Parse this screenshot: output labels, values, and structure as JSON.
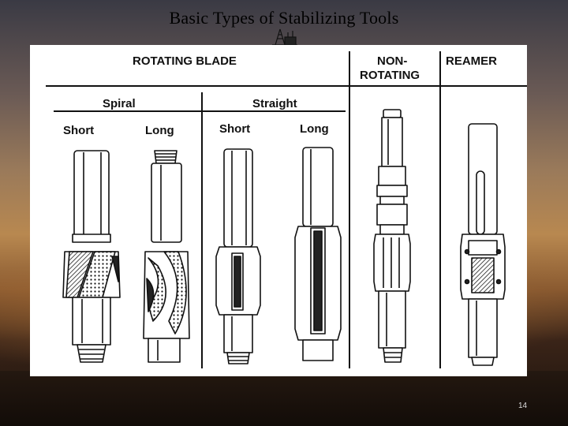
{
  "slide": {
    "title": "Basic Types of Stabilizing Tools",
    "page_number": "14"
  },
  "diagram": {
    "headers": {
      "rotating_blade": "ROTATING BLADE",
      "non_rotating_line1": "NON-",
      "non_rotating_line2": "ROTATING",
      "reamer": "REAMER"
    },
    "subheaders": {
      "spiral": "Spiral",
      "straight": "Straight"
    },
    "columns": {
      "spiral_short": "Short",
      "spiral_long": "Long",
      "straight_short": "Short",
      "straight_long": "Long"
    },
    "tools": [
      "spiral-short-stabilizer",
      "spiral-long-stabilizer",
      "straight-short-stabilizer",
      "straight-long-stabilizer",
      "non-rotating-stabilizer",
      "reamer"
    ]
  }
}
